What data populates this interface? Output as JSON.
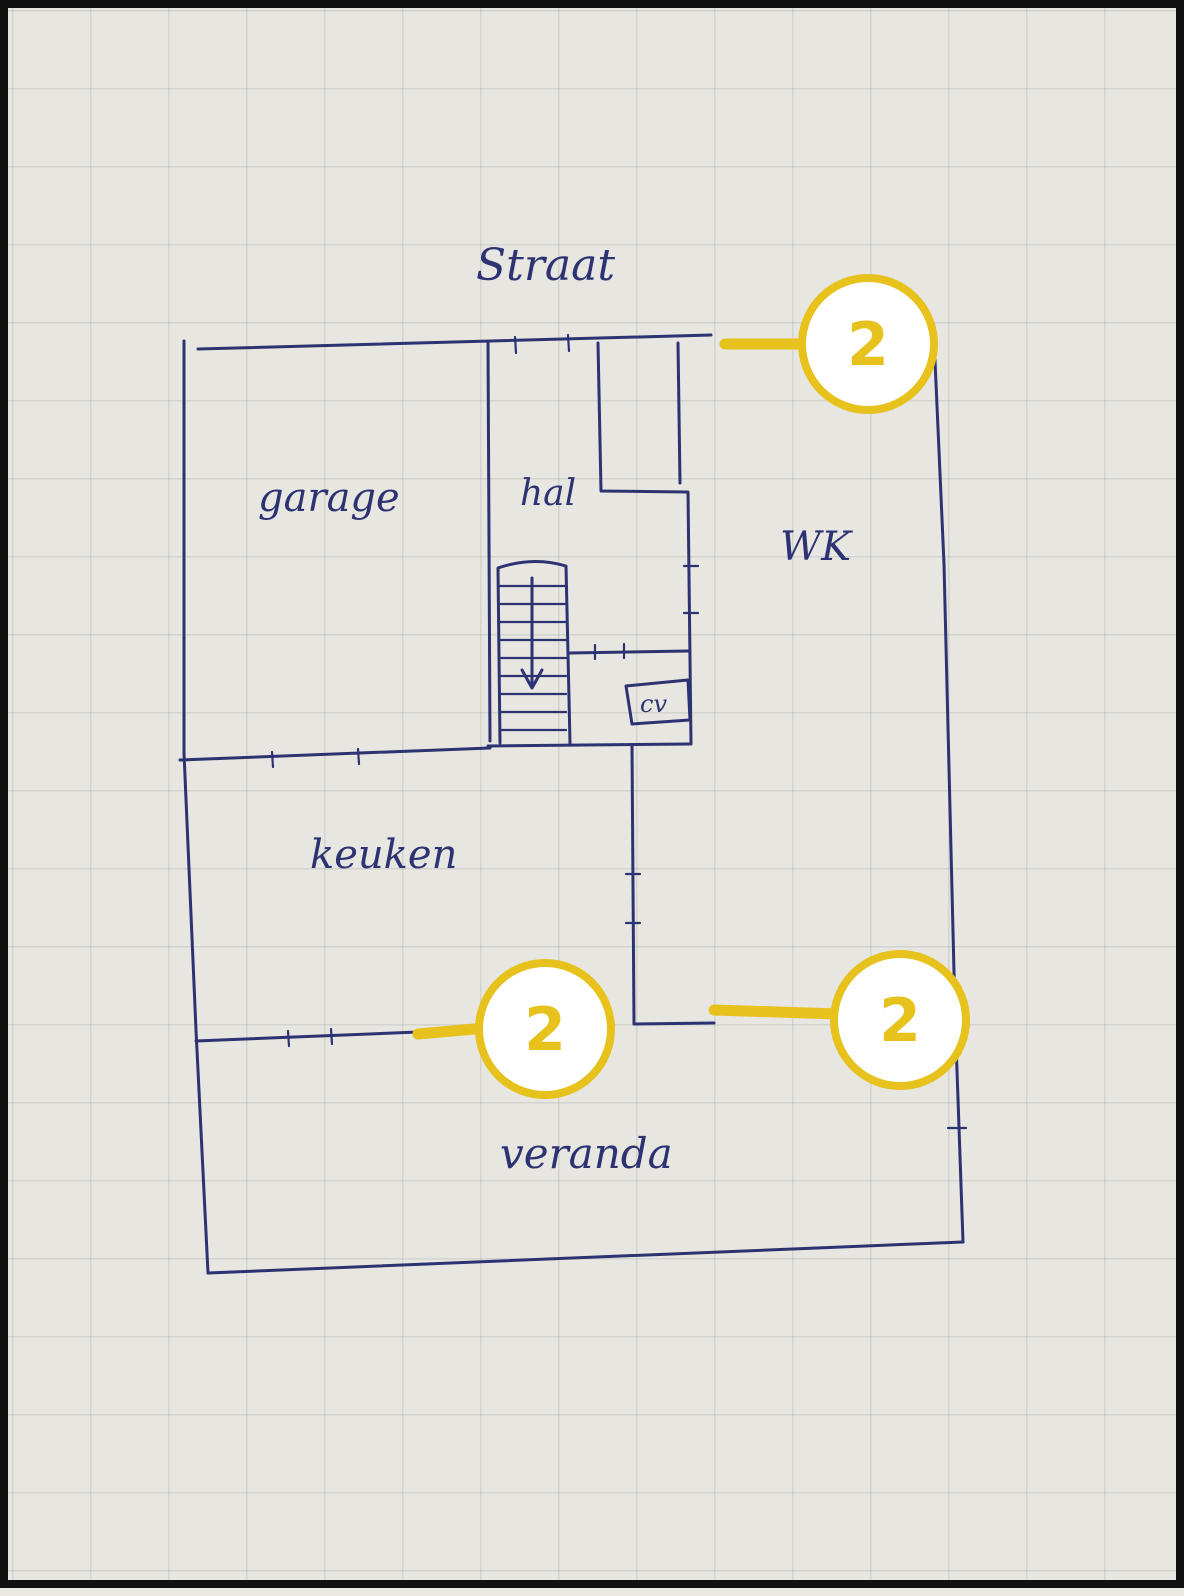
{
  "labels": {
    "street": "Straat",
    "garage": "garage",
    "hall": "hal",
    "living_room": "WK",
    "kitchen": "keuken",
    "boiler": "cv",
    "veranda": "veranda"
  },
  "callouts": [
    {
      "label": "2"
    },
    {
      "label": "2"
    },
    {
      "label": "2"
    }
  ],
  "colors": {
    "ink": "#2c3272",
    "callout": "#e7c21c",
    "paper": "#e7e6e0"
  }
}
